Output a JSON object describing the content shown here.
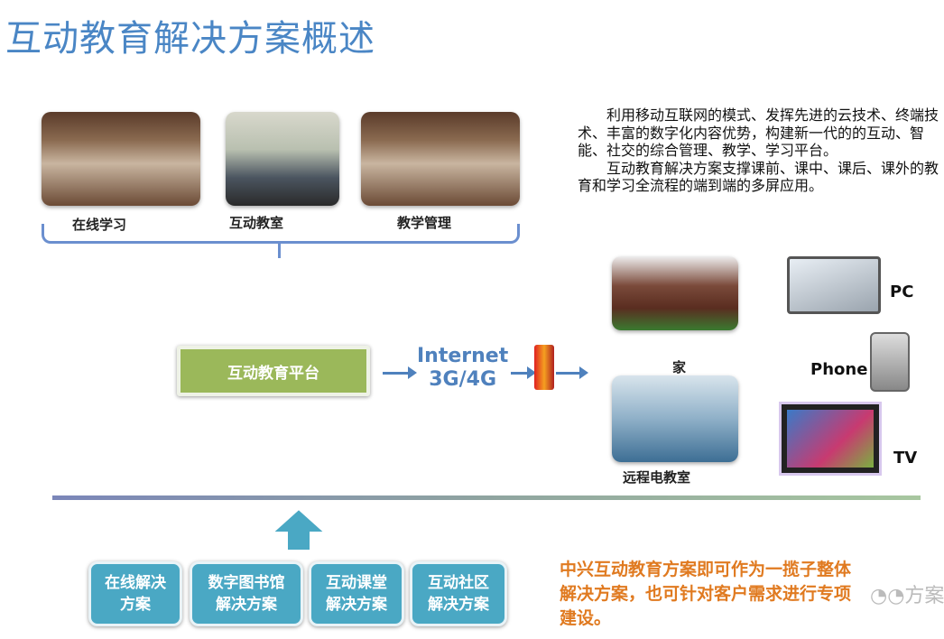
{
  "title": "互动教育解决方案概述",
  "scenes": [
    {
      "label": "在线学习"
    },
    {
      "label": "互动教室"
    },
    {
      "label": "教学管理"
    }
  ],
  "description": [
    "利用移动互联网的模式、发挥先进的云技术、终端技术、丰富的数字化内容优势，构建新一代的的互动、智能、社交的综合管理、教学、学习平台。",
    "互动教育解决方案支撑课前、课中、课后、课外的教育和学习全流程的端到端的多屏应用。"
  ],
  "platform": "互动教育平台",
  "network": {
    "line1": "Internet",
    "line2": "3G/4G"
  },
  "locations": [
    {
      "label": "家"
    },
    {
      "label": "远程电教室"
    }
  ],
  "devices": [
    {
      "label": "PC"
    },
    {
      "label": "Phone"
    },
    {
      "label": "TV"
    }
  ],
  "solutions": [
    {
      "line1": "在线解决",
      "line2": "方案"
    },
    {
      "line1": "数字图书馆",
      "line2": "解决方案"
    },
    {
      "line1": "互动课堂",
      "line2": "解决方案"
    },
    {
      "line1": "互动社区",
      "line2": "解决方案"
    }
  ],
  "summary": "中兴互动教育方案即可作为一揽子整体解决方案，也可针对客户需求进行专项建设。",
  "watermark": "方案",
  "colors": {
    "title": "#4a86c5",
    "platform": "#9bb85a",
    "solution": "#4aa8c4",
    "summary": "#e07a20"
  }
}
